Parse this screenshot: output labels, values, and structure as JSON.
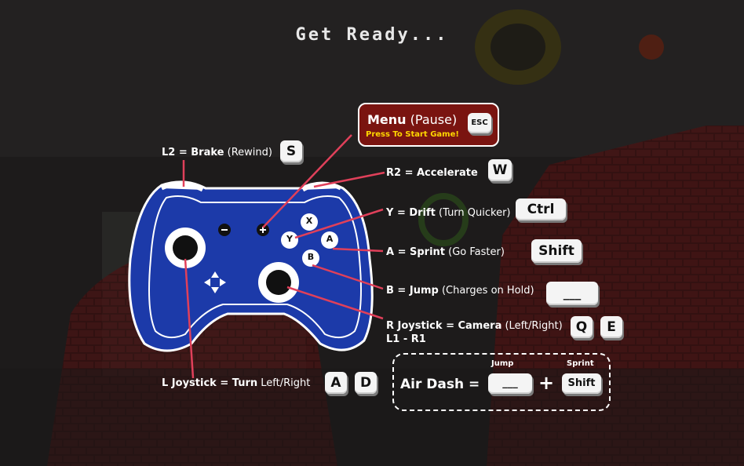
{
  "title": "Get Ready...",
  "menu": {
    "label": "Menu",
    "paren": "(Pause)",
    "sub": "Press To Start Game!",
    "key": "ESC"
  },
  "labels": {
    "l2": {
      "bold": "L2 = Brake",
      "thin": "(Rewind)",
      "key": "S"
    },
    "r2": {
      "bold": "R2 = Accelerate",
      "key": "W"
    },
    "y": {
      "bold": "Y = Drift",
      "thin": "(Turn Quicker)",
      "key": "Ctrl"
    },
    "a": {
      "bold": "A = Sprint",
      "thin": "(Go Faster)",
      "key": "Shift"
    },
    "b": {
      "bold": "B = Jump",
      "thin": "(Charges on Hold)",
      "key": "___"
    },
    "rjoy": {
      "bold": "R Joystick = Camera",
      "thin": "(Left/Right)",
      "line2": "L1 - R1",
      "key1": "Q",
      "key2": "E"
    },
    "ljoy": {
      "bold": "L Joystick = Turn",
      "thin": "Left/Right",
      "key1": "A",
      "key2": "D"
    }
  },
  "airdash": {
    "label": "Air Dash =",
    "jump_caption": "Jump",
    "sprint_caption": "Sprint",
    "jump_key": "___",
    "plus": "+",
    "sprint_key": "Shift"
  },
  "controller": {
    "buttons": {
      "x": "X",
      "y": "Y",
      "a": "A",
      "b": "B"
    },
    "minus": "−",
    "plus": "+"
  },
  "colors": {
    "controller": "#1c3aa9",
    "lines": "#e0405a",
    "menu_bg": "#7a1410",
    "menu_sub": "#ffd700"
  }
}
